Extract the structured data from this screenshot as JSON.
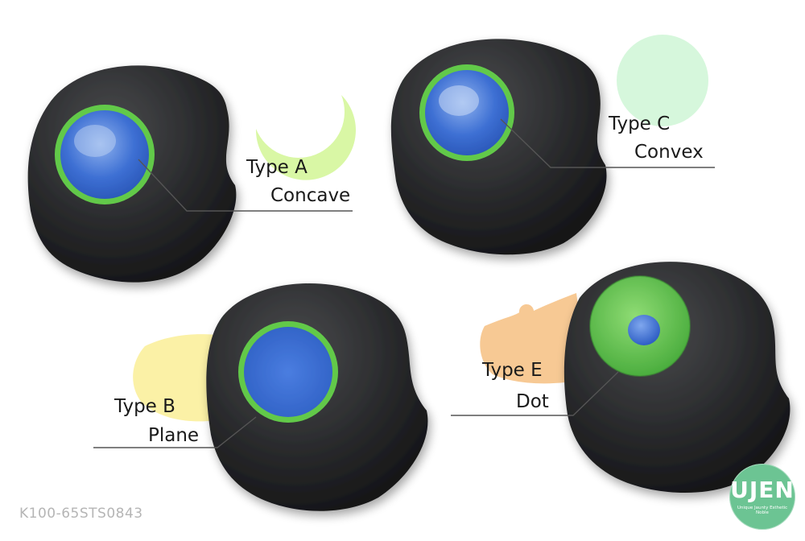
{
  "knobs": [
    {
      "type_label": "Type A",
      "style_label": "Concave",
      "swatch_color": "#d9f7a5",
      "insert_color": "#3e73d6"
    },
    {
      "type_label": "Type C",
      "style_label": "Convex",
      "swatch_color": "#d6f7dc",
      "insert_color": "#3f74d8"
    },
    {
      "type_label": "Type B",
      "style_label": "Plane",
      "swatch_color": "#fbf1a6",
      "insert_color": "#3c6fd2"
    },
    {
      "type_label": "Type E",
      "style_label": "Dot",
      "swatch_color": "#f7c994",
      "insert_color": "#5cc24d"
    }
  ],
  "colors": {
    "knob_body": "#2a2b2d",
    "ring_green": "#62c94a",
    "leader_line": "#555555"
  },
  "footer": {
    "product_code": "K100-65STS0843"
  },
  "logo": {
    "brand": "UJEN",
    "tagline": "Unique Jaunty Esthetic Noble",
    "color": "#6cc493"
  }
}
